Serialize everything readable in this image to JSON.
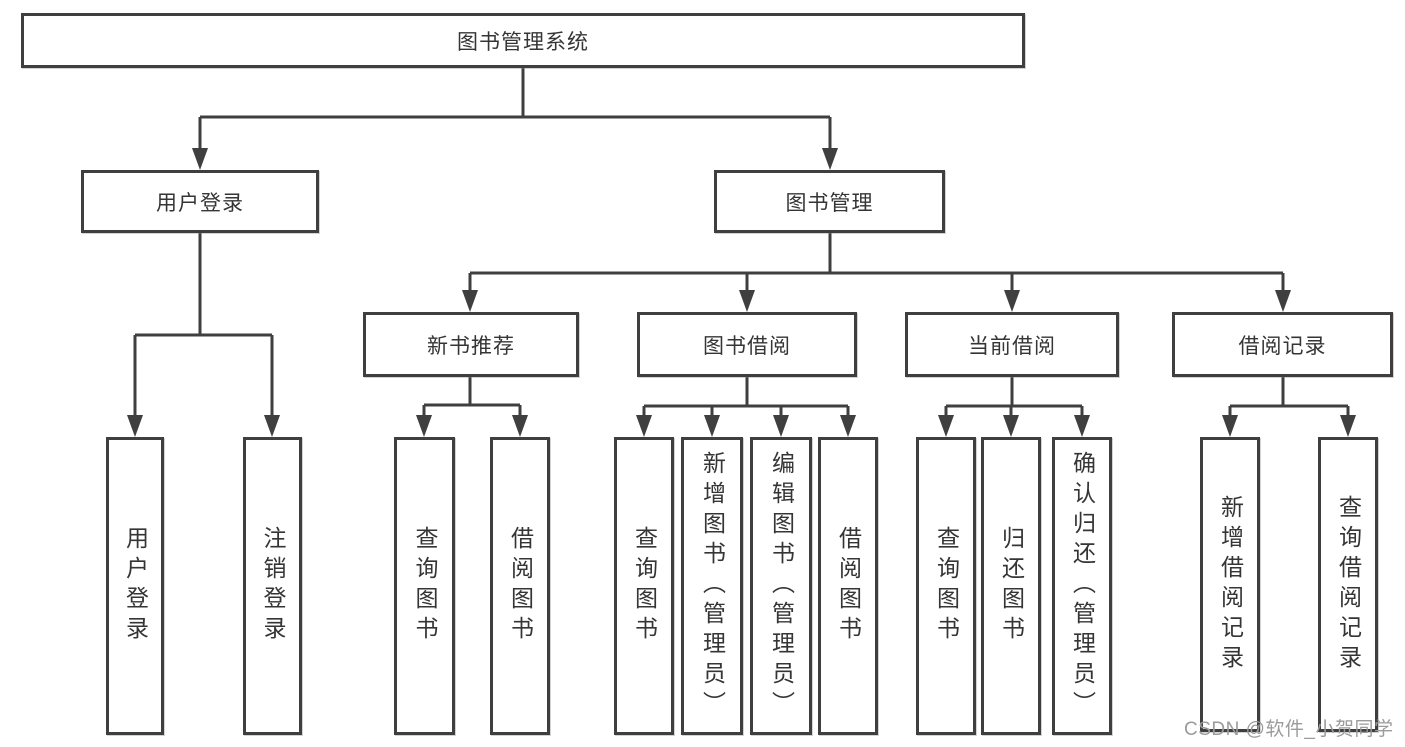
{
  "tree": {
    "label": "图书管理系统",
    "children": [
      {
        "label": "用户登录",
        "children": [
          {
            "label": "用户登录"
          },
          {
            "label": "注销登录"
          }
        ]
      },
      {
        "label": "图书管理",
        "children": [
          {
            "label": "新书推荐",
            "children": [
              {
                "label": "查询图书"
              },
              {
                "label": "借阅图书"
              }
            ]
          },
          {
            "label": "图书借阅",
            "children": [
              {
                "label": "查询图书"
              },
              {
                "label": "新增图书（管理员）"
              },
              {
                "label": "编辑图书（管理员）"
              },
              {
                "label": "借阅图书"
              }
            ]
          },
          {
            "label": "当前借阅",
            "children": [
              {
                "label": "查询图书"
              },
              {
                "label": "归还图书"
              },
              {
                "label": "确认归还（管理员）"
              }
            ]
          },
          {
            "label": "借阅记录",
            "children": [
              {
                "label": "新增借阅记录"
              },
              {
                "label": "查询借阅记录"
              }
            ]
          }
        ]
      }
    ]
  },
  "watermark": {
    "text": "CSDN @软件_小贺同学"
  },
  "colors": {
    "line": "#3f3f3f",
    "text": "#353535",
    "watermark": "#9b9b9b",
    "background": "#ffffff"
  }
}
